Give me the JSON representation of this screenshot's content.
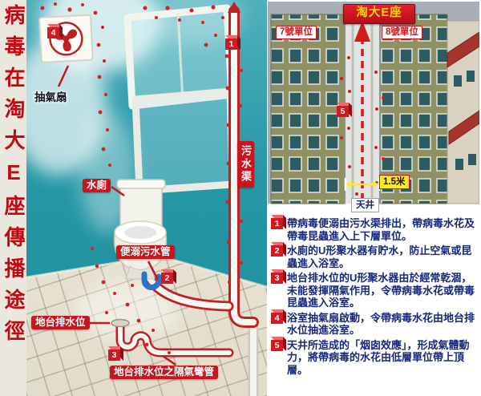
{
  "title": {
    "vertical": "病毒在淘大E座傳播途徑"
  },
  "scene": {
    "labels": {
      "exhaust_fan": "抽氣扇",
      "toilet": "水廁",
      "soil_pipe": "便溺污水管",
      "sewage_stack": "污水渠",
      "floor_drain": "地台排水位",
      "floor_drain_trap": "地台排水位之隔氣彎管"
    },
    "badges": {
      "exhaust_fan": "4",
      "sewage_stack": "1",
      "soil_pipe": "2",
      "floor_drain_trap": "3"
    }
  },
  "building": {
    "banner": "淘大E座",
    "unit_left": "7號單位",
    "unit_right": "8號單位",
    "gap_width": "1.5米",
    "light_well": "天井",
    "badge": "5"
  },
  "legend": {
    "items": [
      {
        "num": "1",
        "text": "帶病毒便溺由污水渠排出，帶病毒水花及帶毒昆蟲進入上下層單位。"
      },
      {
        "num": "2",
        "text": "水廁的U形聚水器有貯水，防止空氣或昆蟲進入浴室。"
      },
      {
        "num": "3",
        "text": "地台排水位的U形聚水器由於經常乾涸，未能發揮隔氣作用，令帶病毒水花或帶毒昆蟲進入浴室。"
      },
      {
        "num": "4",
        "text": "浴室抽氣扇啟動，令帶病毒水花由地台排水位抽進浴室。"
      },
      {
        "num": "5",
        "text": "天井所造成的「烟囱效應」，形成氣體動力，將帶病毒的水花由低層單位帶上頂層。"
      }
    ]
  },
  "colors": {
    "accent_red": "#C9161D",
    "teal_background": "#2697A6",
    "legend_text": "#16267C",
    "banner_red": "#CE1126",
    "banner_text": "#FFD400",
    "facade_green": "#8F9162",
    "measure_yellow": "#FFE92A"
  }
}
